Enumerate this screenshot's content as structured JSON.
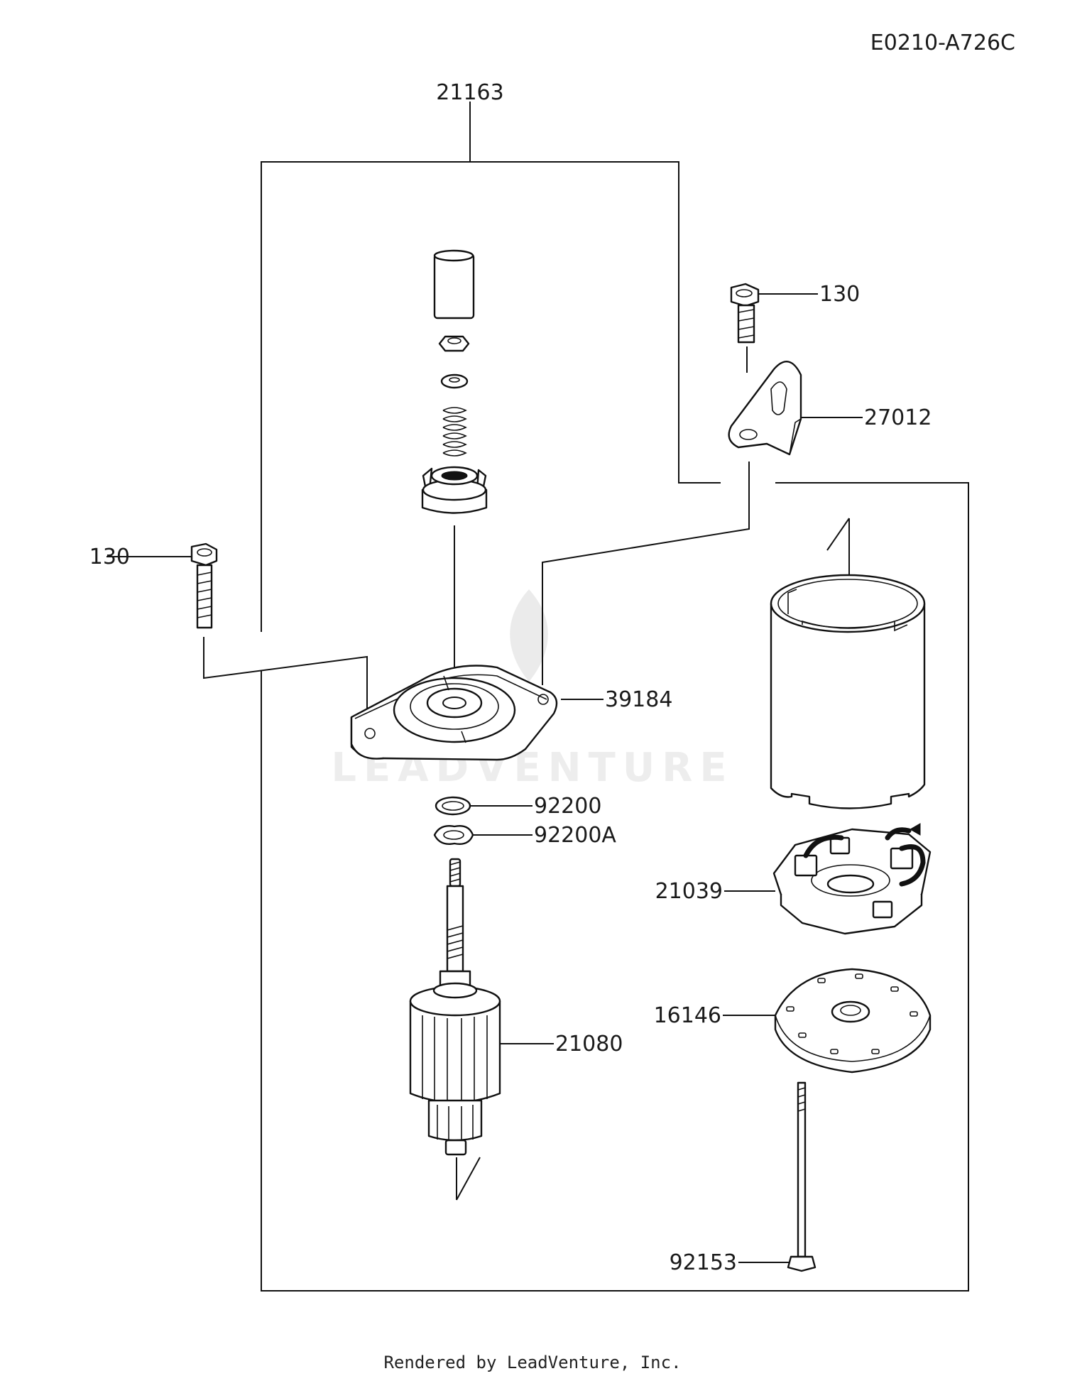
{
  "diagram_code": "E0210-A726C",
  "watermark": "LEADVENTURE",
  "footer": "Rendered by LeadVenture, Inc.",
  "callouts": {
    "assembly": "21163",
    "bolt_right": "130",
    "bracket": "27012",
    "bolt_left": "130",
    "cover": "39184",
    "washer": "92200",
    "washer_a": "92200A",
    "brush_holder": "21039",
    "armature": "21080",
    "plate": "16146",
    "through_bolt": "92153"
  }
}
